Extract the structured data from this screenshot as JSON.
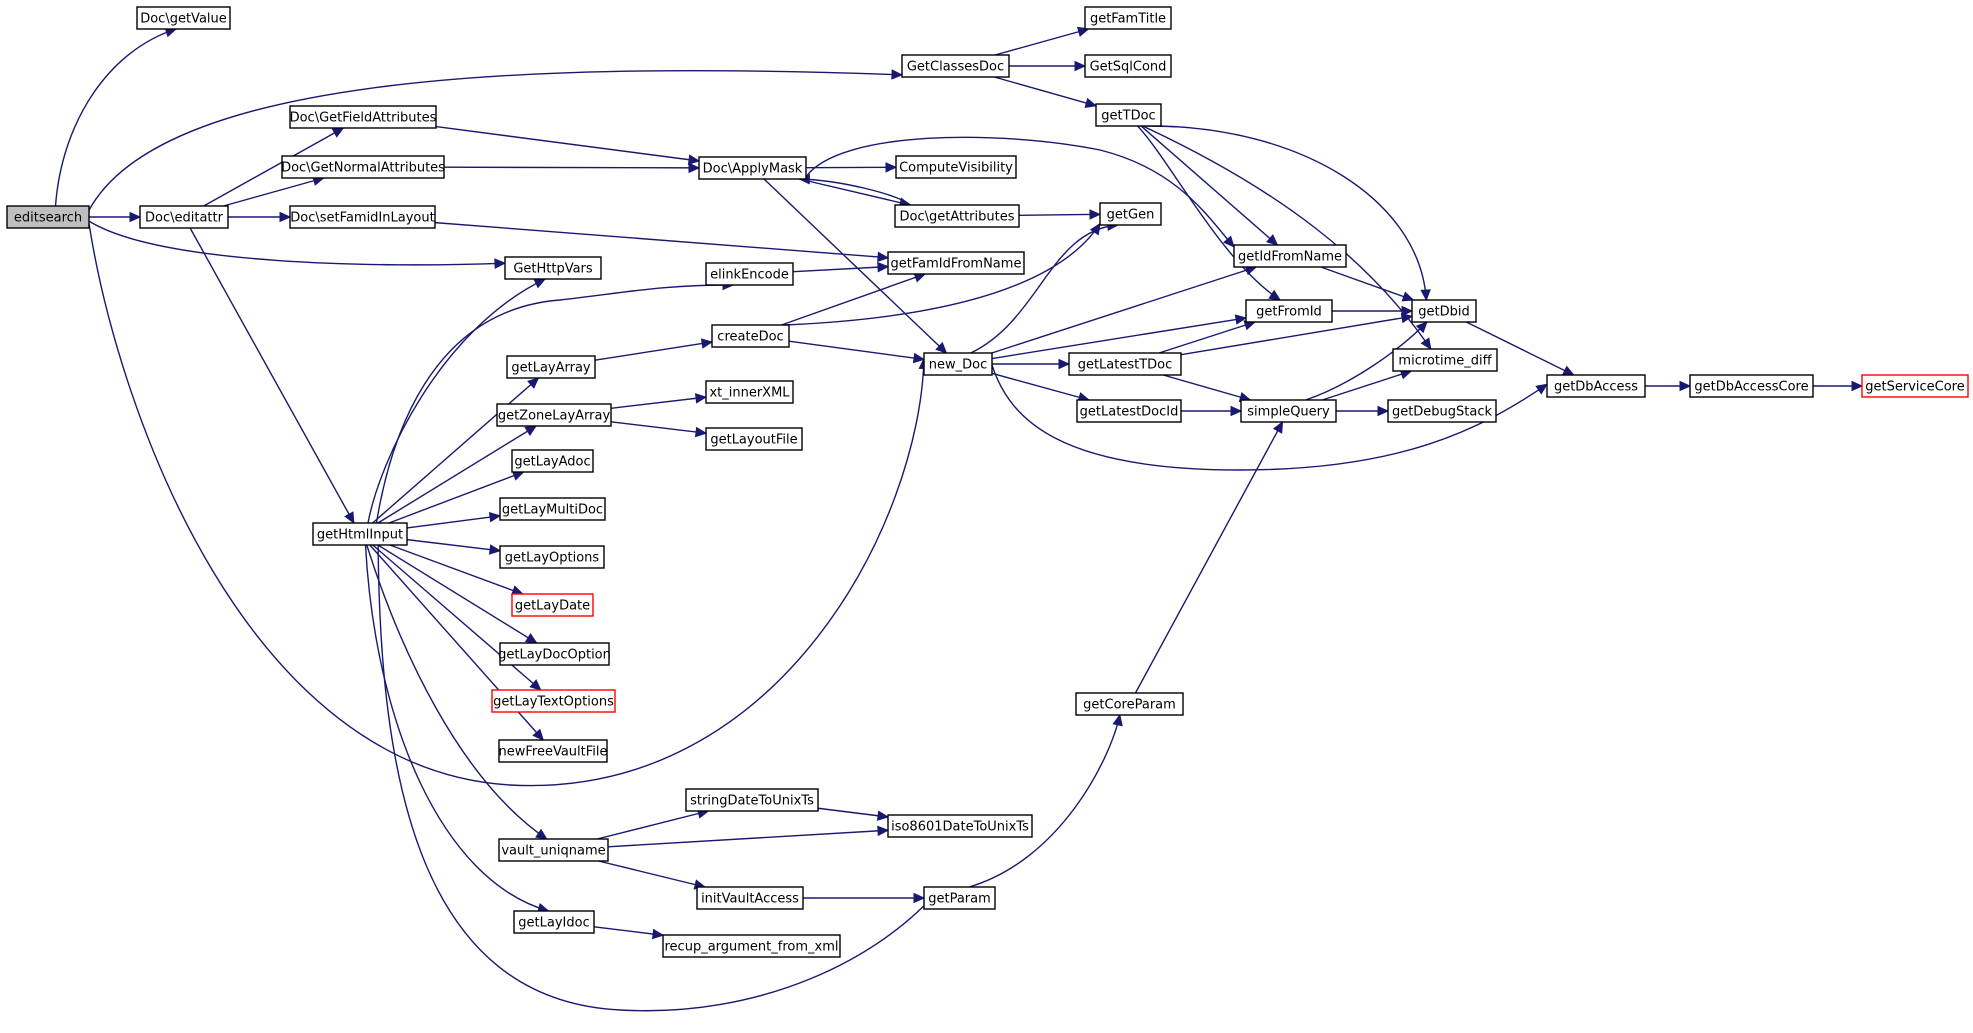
{
  "colors": {
    "edge": "#191970",
    "node_border": "#000000",
    "external_border": "#ff0000",
    "selected_fill": "#bfbfbf",
    "background": "#ffffff"
  },
  "nodes": [
    {
      "id": "editsearch",
      "label": "editsearch",
      "selected": true
    },
    {
      "id": "doc_getvalue",
      "label": "Doc\\getValue"
    },
    {
      "id": "doc_editattr",
      "label": "Doc\\editattr"
    },
    {
      "id": "doc_getfieldattributes",
      "label": "Doc\\GetFieldAttributes"
    },
    {
      "id": "doc_getnormalattributes",
      "label": "Doc\\GetNormalAttributes"
    },
    {
      "id": "doc_setfamidinlayout",
      "label": "Doc\\setFamidInLayout"
    },
    {
      "id": "getclassesdoc",
      "label": "GetClassesDoc"
    },
    {
      "id": "getfamtitle",
      "label": "getFamTitle"
    },
    {
      "id": "getsqlcond",
      "label": "GetSqlCond"
    },
    {
      "id": "gettdoc",
      "label": "getTDoc"
    },
    {
      "id": "doc_applymask",
      "label": "Doc\\ApplyMask"
    },
    {
      "id": "computevisibility",
      "label": "ComputeVisibility"
    },
    {
      "id": "doc_getattributes",
      "label": "Doc\\getAttributes"
    },
    {
      "id": "getgen",
      "label": "getGen"
    },
    {
      "id": "getidfromname",
      "label": "getIdFromName"
    },
    {
      "id": "getfromid",
      "label": "getFromId"
    },
    {
      "id": "getdbid",
      "label": "getDbid"
    },
    {
      "id": "microtime_diff",
      "label": "microtime_diff"
    },
    {
      "id": "getdbaccess",
      "label": "getDbAccess"
    },
    {
      "id": "getdbaccesscore",
      "label": "getDbAccessCore"
    },
    {
      "id": "getservicecore",
      "label": "getServiceCore",
      "external": true
    },
    {
      "id": "gethttpvars",
      "label": "GetHttpVars"
    },
    {
      "id": "elinkencode",
      "label": "elinkEncode"
    },
    {
      "id": "getfamidfromname",
      "label": "getFamIdFromName"
    },
    {
      "id": "createdoc",
      "label": "createDoc"
    },
    {
      "id": "new_doc",
      "label": "new_Doc"
    },
    {
      "id": "getlatesttdoc",
      "label": "getLatestTDoc"
    },
    {
      "id": "getlatestdocid",
      "label": "getLatestDocId"
    },
    {
      "id": "simplequery",
      "label": "simpleQuery"
    },
    {
      "id": "getdebugstack",
      "label": "getDebugStack"
    },
    {
      "id": "getlayarray",
      "label": "getLayArray"
    },
    {
      "id": "getzonelayarray",
      "label": "getZoneLayArray"
    },
    {
      "id": "xt_innerxml",
      "label": "xt_innerXML"
    },
    {
      "id": "getlayoutfile",
      "label": "getLayoutFile"
    },
    {
      "id": "getlayadoc",
      "label": "getLayAdoc"
    },
    {
      "id": "getlaymultidoc",
      "label": "getLayMultiDoc"
    },
    {
      "id": "gethtmlinput",
      "label": "getHtmlInput"
    },
    {
      "id": "getlayoptions",
      "label": "getLayOptions"
    },
    {
      "id": "getlaydate",
      "label": "getLayDate",
      "external": true
    },
    {
      "id": "getlaydocoption",
      "label": "getLayDocOption"
    },
    {
      "id": "getlaytextoptions",
      "label": "getLayTextOptions",
      "external": true
    },
    {
      "id": "newfreevaultfile",
      "label": "newFreeVaultFile"
    },
    {
      "id": "getcoreparam",
      "label": "getCoreParam"
    },
    {
      "id": "stringdatetounixts",
      "label": "stringDateToUnixTs"
    },
    {
      "id": "iso8601datetounixts",
      "label": "iso8601DateToUnixTs"
    },
    {
      "id": "vault_uniqname",
      "label": "vault_uniqname"
    },
    {
      "id": "initvaultaccess",
      "label": "initVaultAccess"
    },
    {
      "id": "getparam",
      "label": "getParam"
    },
    {
      "id": "getlayidoc",
      "label": "getLayIdoc"
    },
    {
      "id": "recup_argument_from_xml",
      "label": "recup_argument_from_xml"
    }
  ],
  "edges": [
    [
      "editsearch",
      "doc_getvalue"
    ],
    [
      "editsearch",
      "getclassesdoc"
    ],
    [
      "editsearch",
      "doc_editattr"
    ],
    [
      "editsearch",
      "gethttpvars"
    ],
    [
      "editsearch",
      "new_doc"
    ],
    [
      "doc_editattr",
      "doc_getfieldattributes"
    ],
    [
      "doc_editattr",
      "doc_getnormalattributes"
    ],
    [
      "doc_editattr",
      "doc_setfamidinlayout"
    ],
    [
      "doc_editattr",
      "gethtmlinput"
    ],
    [
      "doc_getfieldattributes",
      "doc_applymask"
    ],
    [
      "doc_getnormalattributes",
      "doc_applymask"
    ],
    [
      "doc_setfamidinlayout",
      "getfamidfromname"
    ],
    [
      "getclassesdoc",
      "getfamtitle"
    ],
    [
      "getclassesdoc",
      "getsqlcond"
    ],
    [
      "getclassesdoc",
      "gettdoc"
    ],
    [
      "gettdoc",
      "getdbid"
    ],
    [
      "gettdoc",
      "getidfromname"
    ],
    [
      "gettdoc",
      "getfromid"
    ],
    [
      "gettdoc",
      "microtime_diff"
    ],
    [
      "doc_applymask",
      "computevisibility"
    ],
    [
      "doc_applymask",
      "doc_getattributes"
    ],
    [
      "doc_applymask",
      "getidfromname"
    ],
    [
      "doc_applymask",
      "new_doc"
    ],
    [
      "doc_getattributes",
      "doc_applymask"
    ],
    [
      "doc_getattributes",
      "getgen"
    ],
    [
      "getidfromname",
      "getdbid"
    ],
    [
      "getfromid",
      "getdbid"
    ],
    [
      "getdbid",
      "getdbaccess"
    ],
    [
      "getdbaccess",
      "getdbaccesscore"
    ],
    [
      "getdbaccesscore",
      "getservicecore"
    ],
    [
      "elinkencode",
      "getfamidfromname"
    ],
    [
      "createdoc",
      "getfamidfromname"
    ],
    [
      "createdoc",
      "getgen"
    ],
    [
      "createdoc",
      "new_doc"
    ],
    [
      "new_doc",
      "getgen"
    ],
    [
      "new_doc",
      "getidfromname"
    ],
    [
      "new_doc",
      "getfromid"
    ],
    [
      "new_doc",
      "getlatesttdoc"
    ],
    [
      "new_doc",
      "getlatestdocid"
    ],
    [
      "new_doc",
      "getdbaccess"
    ],
    [
      "getlatesttdoc",
      "getfromid"
    ],
    [
      "getlatesttdoc",
      "getdbid"
    ],
    [
      "getlatesttdoc",
      "simplequery"
    ],
    [
      "getlatestdocid",
      "simplequery"
    ],
    [
      "simplequery",
      "getdbid"
    ],
    [
      "simplequery",
      "microtime_diff"
    ],
    [
      "simplequery",
      "getdebugstack"
    ],
    [
      "getlayarray",
      "createdoc"
    ],
    [
      "getzonelayarray",
      "xt_innerxml"
    ],
    [
      "getzonelayarray",
      "getlayoutfile"
    ],
    [
      "gethtmlinput",
      "gethttpvars"
    ],
    [
      "gethtmlinput",
      "elinkencode"
    ],
    [
      "gethtmlinput",
      "getlayarray"
    ],
    [
      "gethtmlinput",
      "getzonelayarray"
    ],
    [
      "gethtmlinput",
      "getlayadoc"
    ],
    [
      "gethtmlinput",
      "getlaymultidoc"
    ],
    [
      "gethtmlinput",
      "getlayoptions"
    ],
    [
      "gethtmlinput",
      "getlaydate"
    ],
    [
      "gethtmlinput",
      "getlaydocoption"
    ],
    [
      "gethtmlinput",
      "getlaytextoptions"
    ],
    [
      "gethtmlinput",
      "newfreevaultfile"
    ],
    [
      "gethtmlinput",
      "vault_uniqname"
    ],
    [
      "gethtmlinput",
      "getlayidoc"
    ],
    [
      "gethtmlinput",
      "getparam"
    ],
    [
      "vault_uniqname",
      "stringdatetounixts"
    ],
    [
      "vault_uniqname",
      "iso8601datetounixts"
    ],
    [
      "vault_uniqname",
      "initvaultaccess"
    ],
    [
      "stringdatetounixts",
      "iso8601datetounixts"
    ],
    [
      "initvaultaccess",
      "getparam"
    ],
    [
      "getparam",
      "getcoreparam"
    ],
    [
      "getcoreparam",
      "simplequery"
    ],
    [
      "getlayidoc",
      "recup_argument_from_xml"
    ]
  ]
}
